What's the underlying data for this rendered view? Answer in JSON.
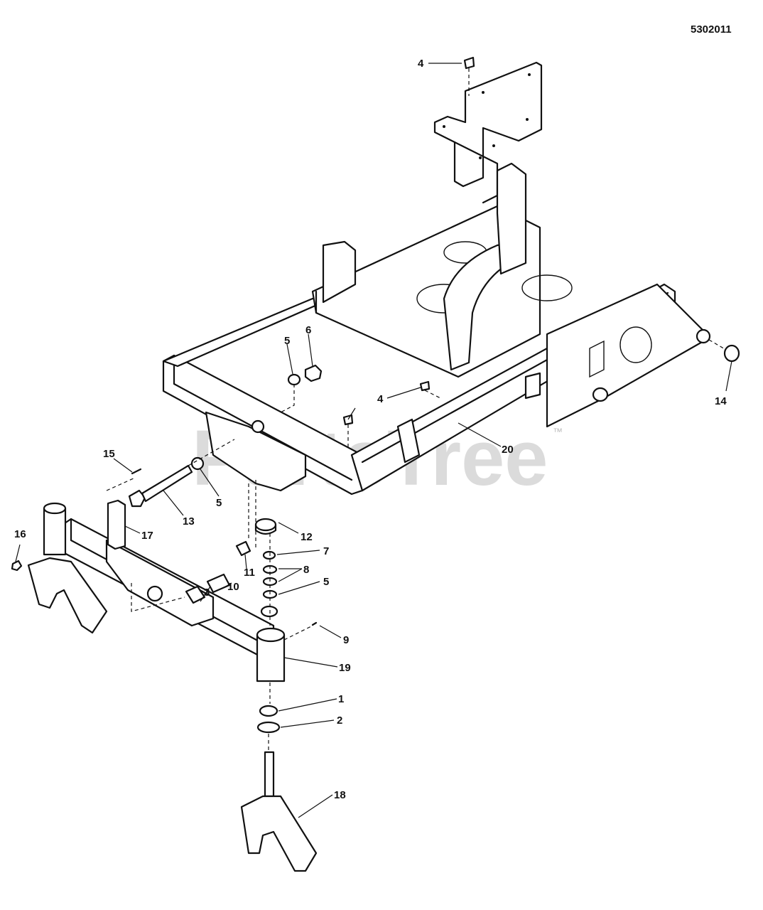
{
  "diagram_code": "5302011",
  "watermark": {
    "text": "PartsTree",
    "trademark": "™"
  },
  "callouts": [
    {
      "id": "c4a",
      "label": "4"
    },
    {
      "id": "c6",
      "label": "6"
    },
    {
      "id": "c5a",
      "label": "5"
    },
    {
      "id": "c4b",
      "label": "4"
    },
    {
      "id": "c14",
      "label": "14"
    },
    {
      "id": "c20",
      "label": "20"
    },
    {
      "id": "c15",
      "label": "15"
    },
    {
      "id": "c5b",
      "label": "5"
    },
    {
      "id": "c13",
      "label": "13"
    },
    {
      "id": "c16",
      "label": "16"
    },
    {
      "id": "c17",
      "label": "17"
    },
    {
      "id": "c12",
      "label": "12"
    },
    {
      "id": "c7",
      "label": "7"
    },
    {
      "id": "c8",
      "label": "8"
    },
    {
      "id": "c11",
      "label": "11"
    },
    {
      "id": "c10",
      "label": "10"
    },
    {
      "id": "c5c",
      "label": "5"
    },
    {
      "id": "c3",
      "label": "3"
    },
    {
      "id": "c9",
      "label": "9"
    },
    {
      "id": "c19",
      "label": "19"
    },
    {
      "id": "c1",
      "label": "1"
    },
    {
      "id": "c2",
      "label": "2"
    },
    {
      "id": "c18",
      "label": "18"
    }
  ]
}
